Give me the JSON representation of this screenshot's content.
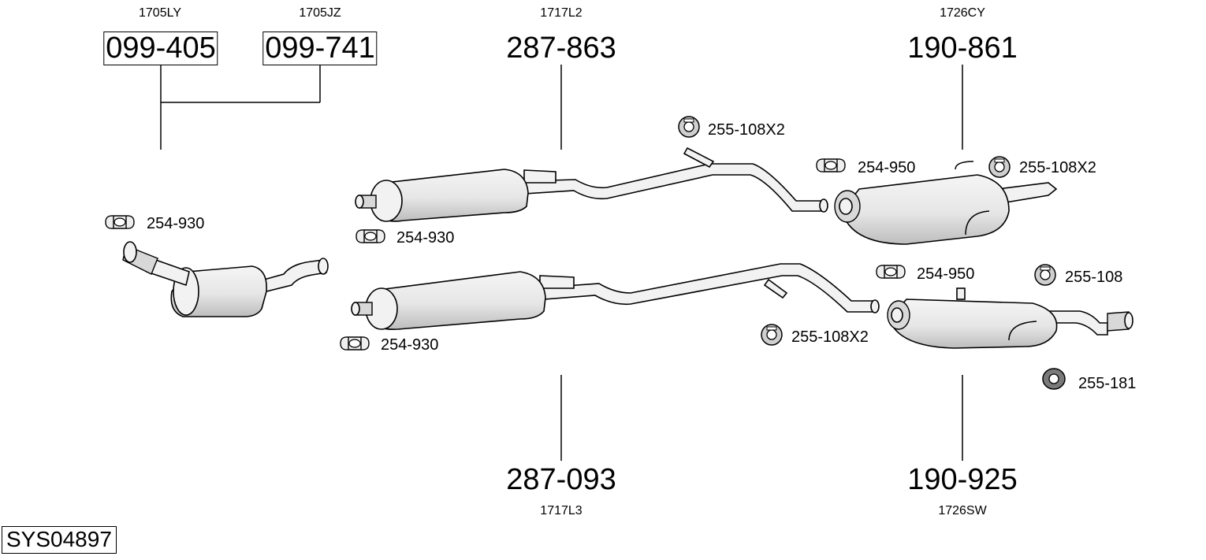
{
  "system_id": "SYS04897",
  "refs": {
    "cat1": "1705LY",
    "cat2": "1705JZ",
    "mid_top": "1717L2",
    "mid_bottom": "1717L3",
    "rear_top": "1726CY",
    "rear_bottom": "1726SW"
  },
  "parts": {
    "cat1": "099-405",
    "cat2": "099-741",
    "mid_top": "287-863",
    "mid_bottom": "287-093",
    "rear_top": "190-861",
    "rear_bottom": "190-925"
  },
  "accessories": {
    "clamp_cat": "254-930",
    "clamp_mid_top": "254-930",
    "clamp_mid_bottom": "254-930",
    "hanger_mid_top": "255-108X2",
    "clamp_rear_top": "254-950",
    "hanger_rear_top": "255-108X2",
    "clamp_rear_bottom": "254-950",
    "hanger_rear_bottom": "255-108",
    "hanger_mid_bottom": "255-108X2",
    "hanger_tail": "255-181"
  },
  "icons": {
    "clamp": "clamp-icon",
    "hanger": "rubber-hanger-icon"
  }
}
